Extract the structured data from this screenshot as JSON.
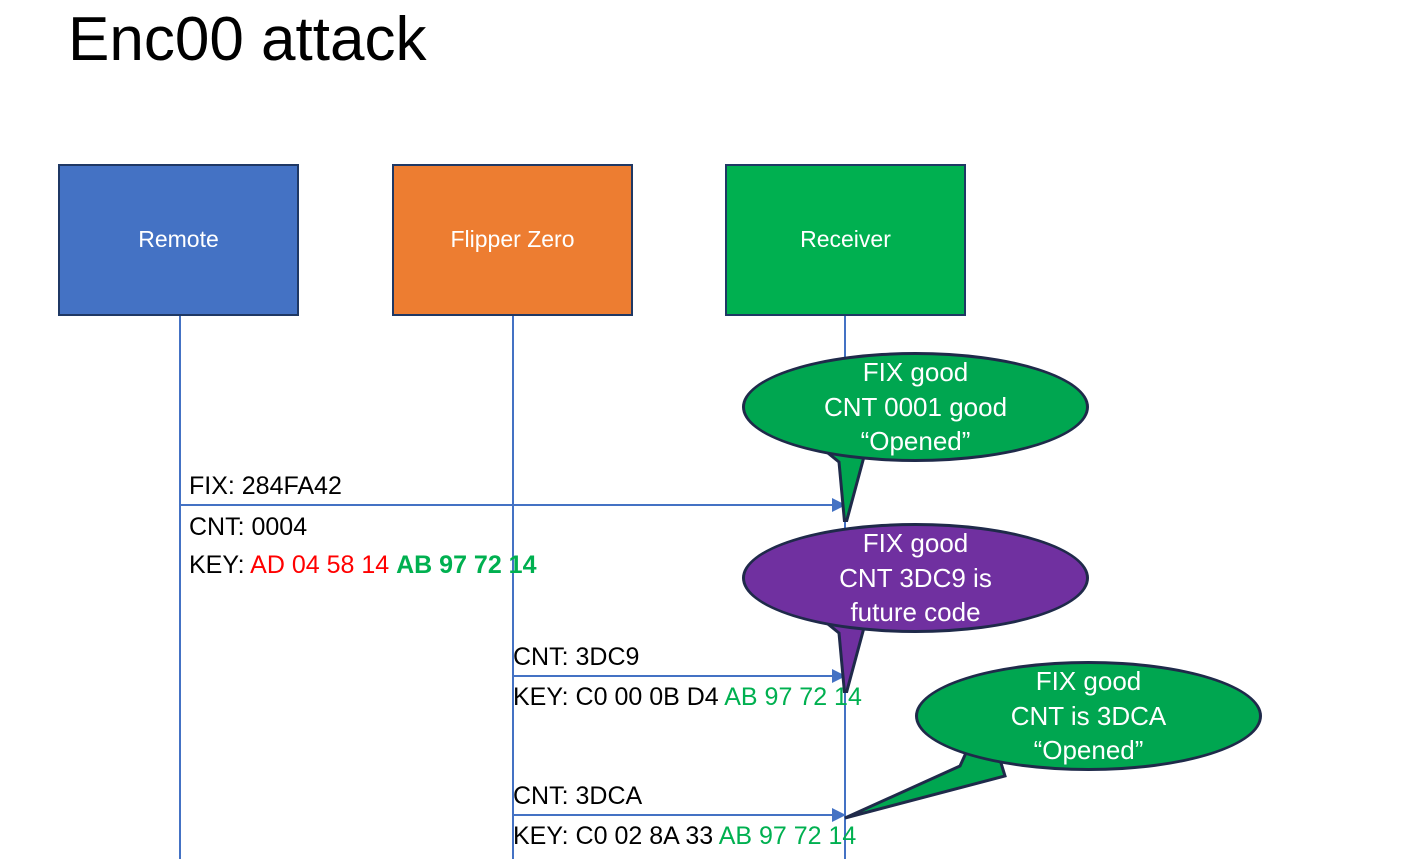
{
  "slide": {
    "title": "Enc00 attack"
  },
  "actors": [
    {
      "id": "remote",
      "label": "Remote",
      "color": "#4472C4"
    },
    {
      "id": "flipper",
      "label": "Flipper Zero",
      "color": "#ED7D31"
    },
    {
      "id": "receiver",
      "label": "Receiver",
      "color": "#00B050"
    }
  ],
  "messages": {
    "remote_fix": "FIX: 284FA42",
    "remote_cnt": "CNT: 0004",
    "remote_key_prefix": "KEY: ",
    "remote_key_red": "AD 04 58 14",
    "remote_key_green": "AB 97 72 14",
    "flipper_cnt_1": "CNT: 3DC9",
    "flipper_key_1_prefix": "KEY: C0 00 0B D4 ",
    "flipper_key_1_green": "AB 97 72 14",
    "flipper_cnt_2": "CNT: 3DCA",
    "flipper_key_2_prefix": "KEY: C0 02 8A 33 ",
    "flipper_key_2_green": "AB 97 72 14"
  },
  "callouts": [
    {
      "id": "callout-1",
      "color": "#00A650",
      "lines": [
        "FIX good",
        "CNT 0001 good",
        "“Opened”"
      ]
    },
    {
      "id": "callout-2",
      "color": "#7030A0",
      "lines": [
        "FIX good",
        "CNT 3DC9 is",
        "future code"
      ]
    },
    {
      "id": "callout-3",
      "color": "#00A650",
      "lines": [
        "FIX good",
        "CNT is 3DCA",
        "“Opened”"
      ]
    }
  ],
  "colors": {
    "remote_blue": "#4472C4",
    "flipper_orange": "#ED7D31",
    "receiver_green": "#00B050",
    "callout_purple": "#7030A0",
    "callout_green": "#00A650",
    "hex_red": "#FF0000",
    "hex_green": "#00B050",
    "lifeline": "#4472C4",
    "box_border": "#1F3864"
  }
}
